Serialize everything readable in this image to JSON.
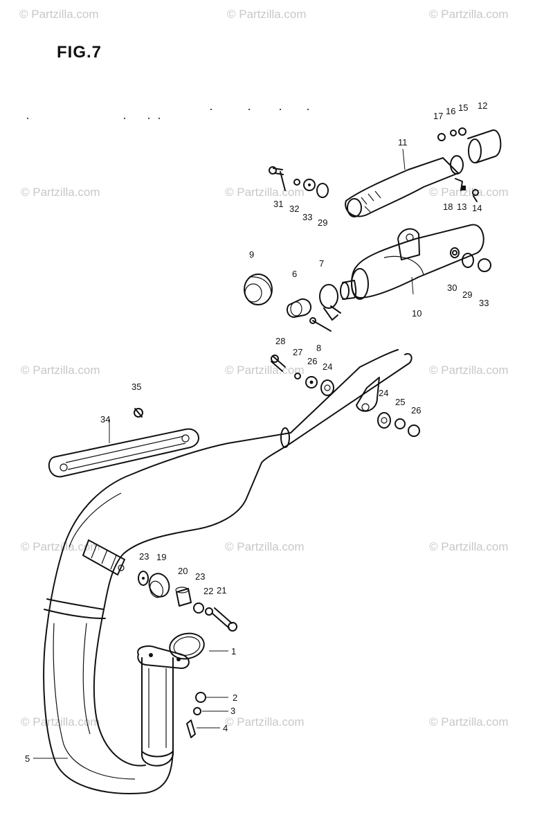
{
  "figure": {
    "title": "FIG.7"
  },
  "watermark": {
    "text": "© Partzilla.com"
  },
  "callouts": [
    {
      "id": "c1",
      "label": "1"
    },
    {
      "id": "c2",
      "label": "2"
    },
    {
      "id": "c3",
      "label": "3"
    },
    {
      "id": "c4",
      "label": "4"
    },
    {
      "id": "c5",
      "label": "5"
    },
    {
      "id": "c6",
      "label": "6"
    },
    {
      "id": "c7",
      "label": "7"
    },
    {
      "id": "c8",
      "label": "8"
    },
    {
      "id": "c9",
      "label": "9"
    },
    {
      "id": "c10",
      "label": "10"
    },
    {
      "id": "c11",
      "label": "11"
    },
    {
      "id": "c12",
      "label": "12"
    },
    {
      "id": "c13",
      "label": "13"
    },
    {
      "id": "c14",
      "label": "14"
    },
    {
      "id": "c15",
      "label": "15"
    },
    {
      "id": "c16",
      "label": "16"
    },
    {
      "id": "c17",
      "label": "17"
    },
    {
      "id": "c18",
      "label": "18"
    },
    {
      "id": "c19",
      "label": "19"
    },
    {
      "id": "c20",
      "label": "20"
    },
    {
      "id": "c21",
      "label": "21"
    },
    {
      "id": "c22",
      "label": "22"
    },
    {
      "id": "c23a",
      "label": "23"
    },
    {
      "id": "c23b",
      "label": "23"
    },
    {
      "id": "c24a",
      "label": "24"
    },
    {
      "id": "c24b",
      "label": "24"
    },
    {
      "id": "c25",
      "label": "25"
    },
    {
      "id": "c26a",
      "label": "26"
    },
    {
      "id": "c26b",
      "label": "26"
    },
    {
      "id": "c27",
      "label": "27"
    },
    {
      "id": "c28",
      "label": "28"
    },
    {
      "id": "c29a",
      "label": "29"
    },
    {
      "id": "c29b",
      "label": "29"
    },
    {
      "id": "c30",
      "label": "30"
    },
    {
      "id": "c31",
      "label": "31"
    },
    {
      "id": "c32",
      "label": "32"
    },
    {
      "id": "c33a",
      "label": "33"
    },
    {
      "id": "c33b",
      "label": "33"
    },
    {
      "id": "c34",
      "label": "34"
    },
    {
      "id": "c35",
      "label": "35"
    }
  ]
}
